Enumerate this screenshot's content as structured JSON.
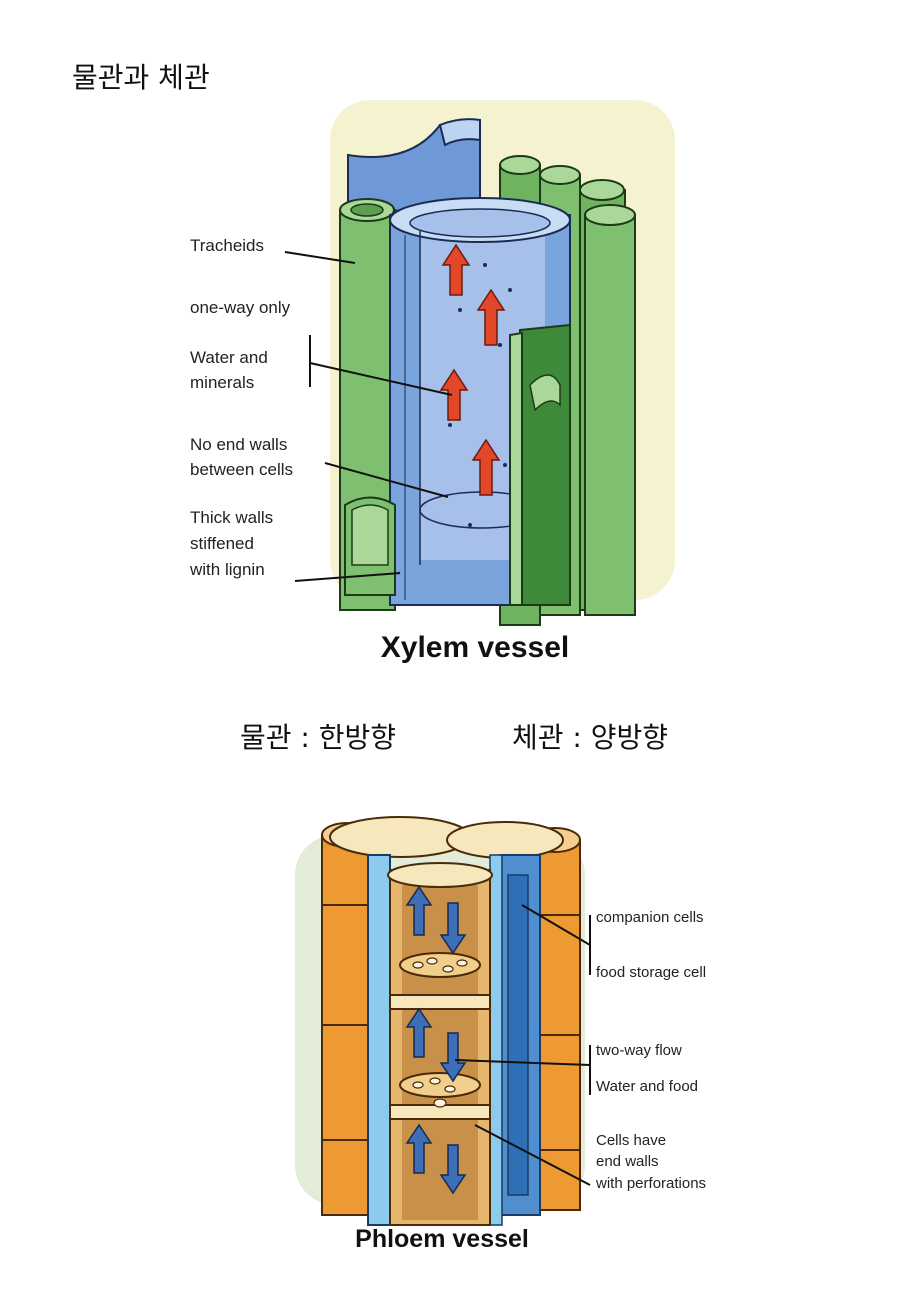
{
  "page": {
    "title": "물관과 체관"
  },
  "xylem": {
    "caption": "Xylem vessel",
    "labels": {
      "tracheids": "Tracheids",
      "one_way": "one-way only",
      "water_line1": "Water and",
      "water_line2": "minerals",
      "no_end_line1": "No end walls",
      "no_end_line2": "between cells",
      "thick_line1": "Thick walls",
      "thick_line2": "stiffened",
      "thick_line3": "with lignin"
    },
    "colors": {
      "background": "#f5f3cf",
      "tracheid_green": "#7ec070",
      "vessel_blue": "#7aa4dc",
      "lumen_blue": "#a6c0ea",
      "arrow_red": "#e2472a"
    }
  },
  "comparison": {
    "xylem": "물관 : 한방향",
    "phloem": "체관 : 양방향"
  },
  "phloem": {
    "caption": "Phloem vessel",
    "labels": {
      "companion": "companion cells",
      "storage": "food storage cell",
      "two_way": "two-way flow",
      "water_food": "Water and food",
      "cells_line1": "Cells have",
      "cells_line2": "end walls",
      "cells_line3": "with perforations"
    },
    "colors": {
      "background": "#e3ecd8",
      "outer_orange": "#ee9a32",
      "sieve_tan": "#e6b66e",
      "companion_blue": "#4f8fd0",
      "light_blue": "#8ccbee",
      "arrow_blue": "#3e6fb6"
    }
  }
}
